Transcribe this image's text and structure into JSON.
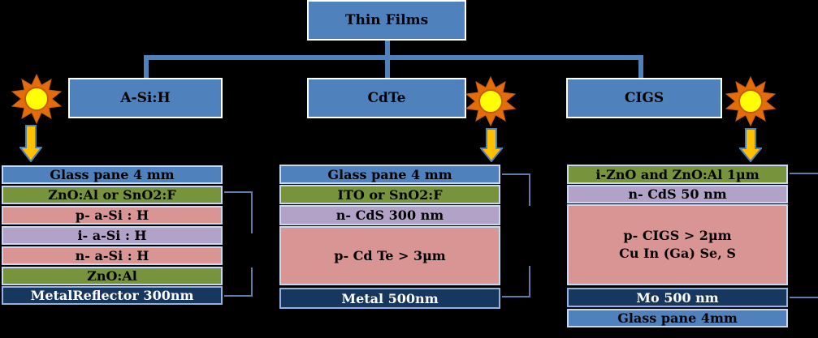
{
  "root": {
    "title": "Thin Films"
  },
  "asi": {
    "title": "A-Si:H",
    "layers": [
      "Glass pane 4 mm",
      "ZnO:Al or SnO2:F",
      "p- a-Si : H",
      "i- a-Si : H",
      "n- a-Si : H",
      "ZnO:Al",
      "MetalReflector 300nm"
    ]
  },
  "cdte": {
    "title": "CdTe",
    "layers": [
      "Glass pane 4 mm",
      "ITO or SnO2:F",
      "n- CdS 300 nm",
      "p- Cd Te > 3µm",
      "Metal 500nm"
    ]
  },
  "cigs": {
    "title": "CIGS",
    "layers": [
      "i-ZnO and ZnO:Al 1µm",
      "n- CdS 50 nm",
      "p- CIGS > 2µm",
      "Cu In (Ga) Se, S",
      "Mo 500 nm",
      "Glass pane 4mm"
    ]
  },
  "colors": {
    "glass": "#4f81bd",
    "tco": "#77933c",
    "doped": "#d99594",
    "intrinsic": "#b3a2c7",
    "metal": "#17375e"
  },
  "icons": {
    "sun": "sun-icon",
    "arrow": "down-arrow-icon"
  }
}
